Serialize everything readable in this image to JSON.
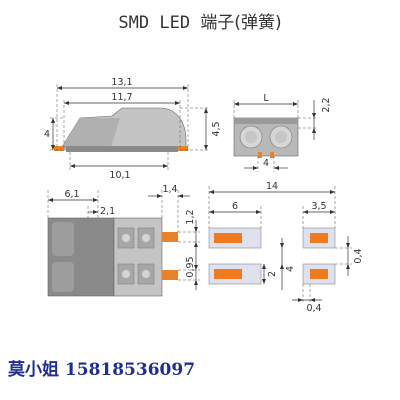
{
  "title": {
    "latin": "SMD LED",
    "zh": "端子(弹簧)"
  },
  "contact": "莫小姐 15818536097",
  "colors": {
    "body_dark": "#8a8a8a",
    "body_light": "#c4c4c4",
    "body_mid": "#a7a7a7",
    "pin_orange": "#e8832a",
    "pad_fill": "#dfe1ee",
    "pad_orange": "#f07a1e",
    "contact_text": "#1f2f8f"
  },
  "dimensions": {
    "side": {
      "total_length": "13,1",
      "body_length": "11,7",
      "height": "4",
      "height_right": "4,5",
      "base_length": "10,1"
    },
    "front": {
      "width": "L",
      "top_dim": "2,2",
      "bottom_dim": "4"
    },
    "top": {
      "pitch_1": "6,1",
      "pitch_2": "2,1",
      "pin_len": "1,4",
      "pin_v1": "1,2",
      "pin_v2": "0,95"
    },
    "footprint": {
      "total": "14",
      "left": "6",
      "right": "3,5",
      "pad_h": "2",
      "pad_gap": "4",
      "side_v": "0,4",
      "bottom_v": "0,4"
    }
  }
}
